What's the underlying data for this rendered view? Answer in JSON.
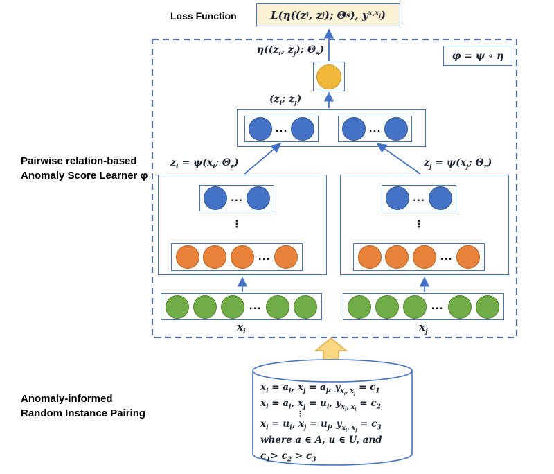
{
  "loss": {
    "label": "Loss Function",
    "formula": "L(η((z_i, z_j); Θ_s), y_{x,x_j})"
  },
  "learner": {
    "title_line1": "Pairwise relation-based",
    "title_line2": "Anomaly Score Learner φ",
    "phi_box": "φ = ψ ∘ η",
    "eta_label": "η((z_i, z_j); Θ_s)",
    "concat_label": "(z_i; z_j)",
    "left": {
      "z_label": "z_i = ψ(x_i; Θ_r)",
      "input_label": "x_i"
    },
    "right": {
      "z_label": "z_j = ψ(x_j; Θ_r)",
      "input_label": "x_j"
    }
  },
  "pairing": {
    "title_line1": "Anomaly-informed",
    "title_line2": "Random Instance Pairing",
    "lines": [
      "x_i = a_i, x_j = a_j, y_{x_i, x_j} = c_1",
      "x_i = a_i, x_j = u_i, y_{x_i, x_i} = c_2",
      "⋮",
      "x_i = u_i, x_j = u_j, y_{x_i, x_j} = c_3",
      "where a ∈ A, u ∈ U, and",
      "c_1> c_2 > c_3"
    ]
  },
  "glyphs": {
    "hdots": "...",
    "vdots": "⋮"
  },
  "layers": {
    "concat_half": [
      "c",
      "d",
      "c"
    ],
    "hidden_top": [
      "c",
      "d",
      "c"
    ],
    "hidden_bottom": [
      "c",
      "c",
      "c",
      "d",
      "c"
    ],
    "input": [
      "c",
      "c",
      "c",
      "d",
      "c",
      "c"
    ]
  },
  "colors": {
    "blue": "#4472C4",
    "blue_dark": "#2F5597",
    "orange": "#E8823A",
    "orange_dark": "#B05E1E",
    "green": "#70AD47",
    "green_dark": "#507E32",
    "gold": "#F0B73B",
    "gold_dark": "#C9992C",
    "box_border": "#4472C4",
    "dashed_border": "#54719E",
    "loss_bg": "#FBF2D5",
    "block_arrow_fill": "#F8D783",
    "block_arrow_stroke": "#E4AF4C"
  }
}
